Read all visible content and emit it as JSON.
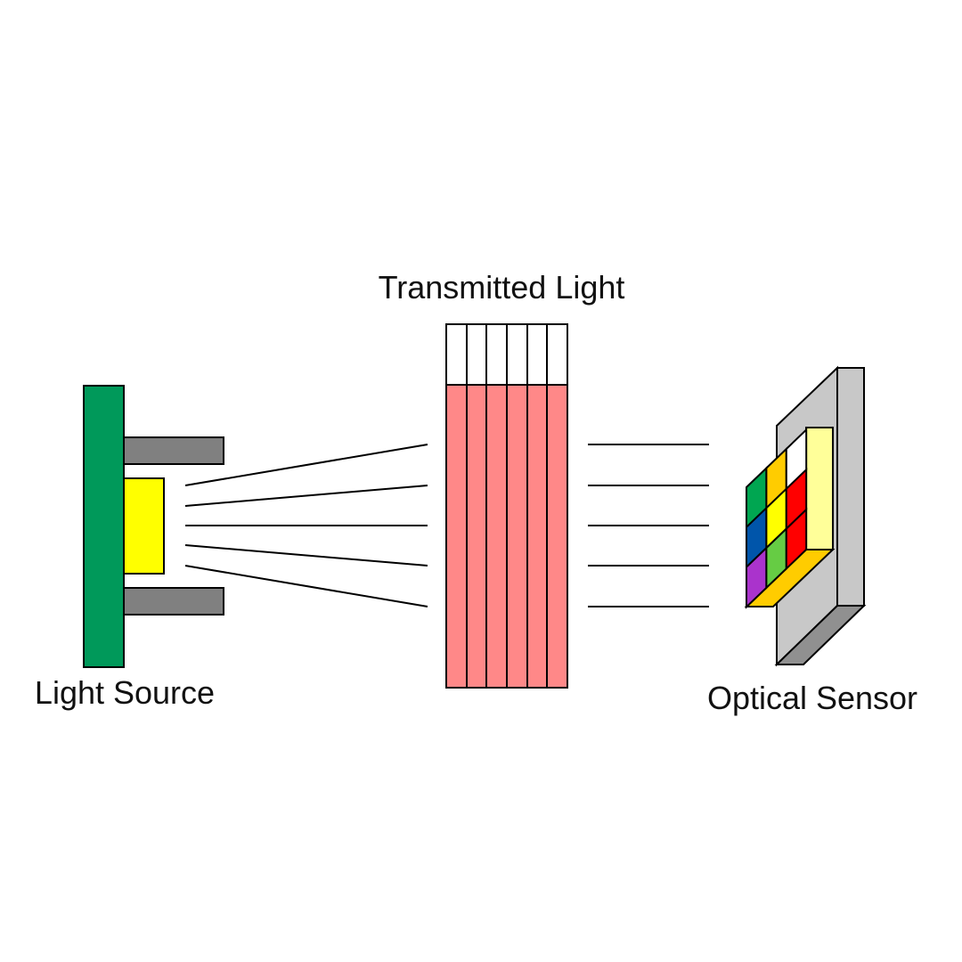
{
  "labels": {
    "transmitted_light": "Transmitted Light",
    "light_source": "Light Source",
    "optical_sensor": "Optical Sensor"
  },
  "colors": {
    "board": "#00995a",
    "led": "#ffff00",
    "housing": "#808080",
    "cuvette_fill": "#ff8888",
    "cuvette_empty": "#ffffff",
    "sensor_body": "#c8c8c8",
    "sensor_side": "#909090",
    "sensor_panel": "#ffff99",
    "sensor_base": "#ffcc00"
  },
  "sensor_cells": [
    "#ffffff",
    "#ffcc00",
    "#ff0000",
    "#00a651",
    "#ffff00",
    "#ff0000",
    "#0055aa",
    "#66cc44",
    "#aa33cc"
  ]
}
